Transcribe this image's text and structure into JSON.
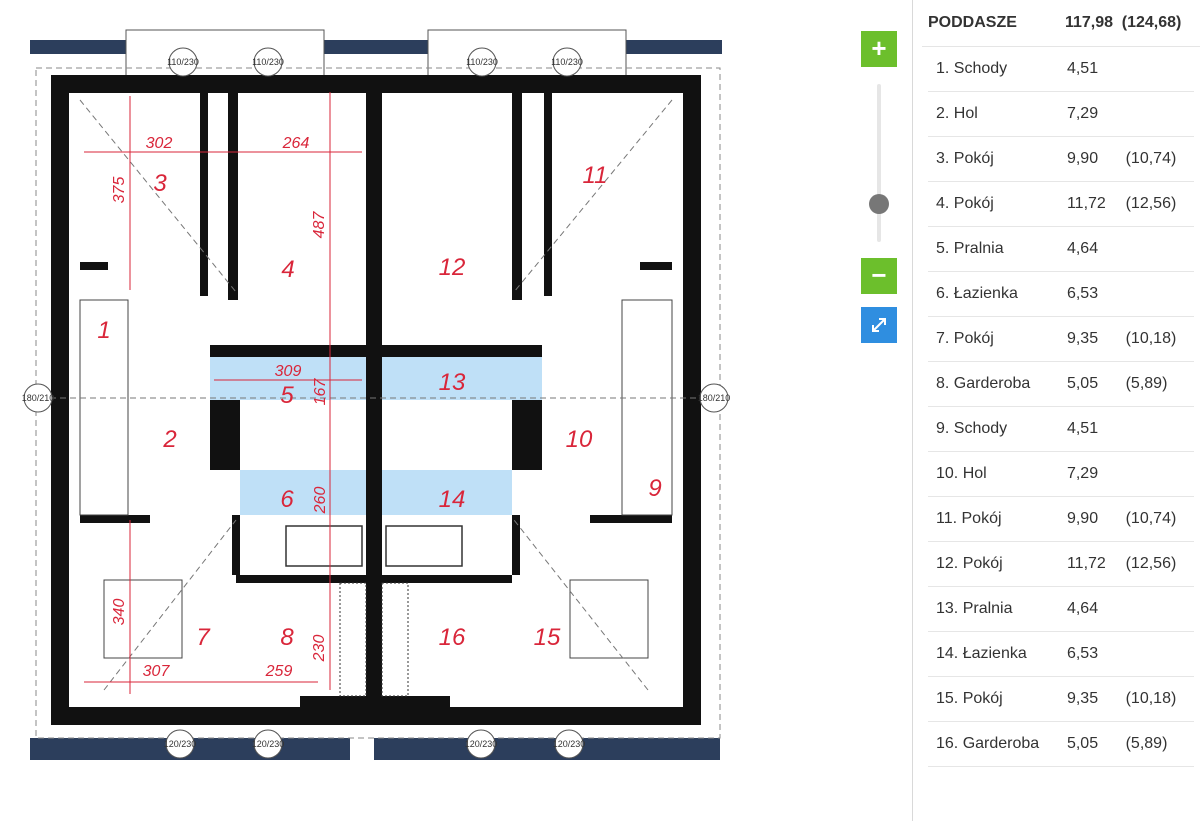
{
  "plan": {
    "room_numbers": [
      "1",
      "2",
      "3",
      "4",
      "5",
      "6",
      "7",
      "8",
      "9",
      "10",
      "11",
      "12",
      "13",
      "14",
      "15",
      "16"
    ],
    "dimensions": {
      "d302": "302",
      "d264": "264",
      "d375": "375",
      "d487": "487",
      "d309": "309",
      "d167": "167",
      "d260": "260",
      "d340": "340",
      "d307": "307",
      "d259": "259",
      "d230": "230"
    },
    "windows": {
      "top": [
        "110/230",
        "110/230",
        "110/230",
        "110/230"
      ],
      "side": [
        "180/210",
        "180/210"
      ],
      "bottom": [
        "120/230",
        "120/230",
        "120/230",
        "120/230"
      ]
    },
    "colors": {
      "wall": "#111111",
      "highlight": "#bfe0f7",
      "dim": "#d9263a",
      "roof": "#2c3e5c"
    }
  },
  "controls": {
    "zoom_in": "+",
    "zoom_out": "−"
  },
  "panel": {
    "title": "PODDASZE",
    "area": "117,98",
    "total": "(124,68)",
    "rooms": [
      {
        "name": "1. Schody",
        "area": "4,51",
        "gross": ""
      },
      {
        "name": "2. Hol",
        "area": "7,29",
        "gross": ""
      },
      {
        "name": "3. Pokój",
        "area": "9,90",
        "gross": "(10,74)"
      },
      {
        "name": "4. Pokój",
        "area": "11,72",
        "gross": "(12,56)"
      },
      {
        "name": "5. Pralnia",
        "area": "4,64",
        "gross": ""
      },
      {
        "name": "6. Łazienka",
        "area": "6,53",
        "gross": ""
      },
      {
        "name": "7. Pokój",
        "area": "9,35",
        "gross": "(10,18)"
      },
      {
        "name": "8. Garderoba",
        "area": "5,05",
        "gross": "(5,89)"
      },
      {
        "name": "9. Schody",
        "area": "4,51",
        "gross": ""
      },
      {
        "name": "10. Hol",
        "area": "7,29",
        "gross": ""
      },
      {
        "name": "11. Pokój",
        "area": "9,90",
        "gross": "(10,74)"
      },
      {
        "name": "12. Pokój",
        "area": "11,72",
        "gross": "(12,56)"
      },
      {
        "name": "13. Pralnia",
        "area": "4,64",
        "gross": ""
      },
      {
        "name": "14. Łazienka",
        "area": "6,53",
        "gross": ""
      },
      {
        "name": "15. Pokój",
        "area": "9,35",
        "gross": "(10,18)"
      },
      {
        "name": "16. Garderoba",
        "area": "5,05",
        "gross": "(5,89)"
      }
    ]
  }
}
